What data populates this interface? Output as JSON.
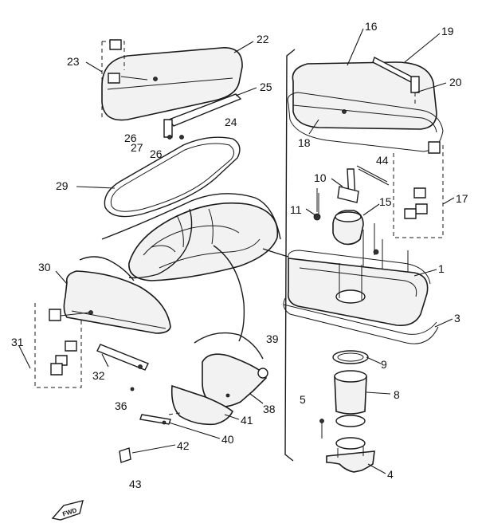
{
  "diagram": {
    "callouts": [
      {
        "id": "c1",
        "text": "1"
      },
      {
        "id": "c3",
        "text": "3"
      },
      {
        "id": "c4",
        "text": "4"
      },
      {
        "id": "c5",
        "text": "5"
      },
      {
        "id": "c8",
        "text": "8"
      },
      {
        "id": "c9",
        "text": "9"
      },
      {
        "id": "c10",
        "text": "10"
      },
      {
        "id": "c11",
        "text": "11"
      },
      {
        "id": "c15",
        "text": "15"
      },
      {
        "id": "c16",
        "text": "16"
      },
      {
        "id": "c17",
        "text": "17"
      },
      {
        "id": "c18",
        "text": "18"
      },
      {
        "id": "c19",
        "text": "19"
      },
      {
        "id": "c20",
        "text": "20"
      },
      {
        "id": "c22",
        "text": "22"
      },
      {
        "id": "c23",
        "text": "23"
      },
      {
        "id": "c24",
        "text": "24"
      },
      {
        "id": "c25",
        "text": "25"
      },
      {
        "id": "c26a",
        "text": "26"
      },
      {
        "id": "c26b",
        "text": "26"
      },
      {
        "id": "c27",
        "text": "27"
      },
      {
        "id": "c29",
        "text": "29"
      },
      {
        "id": "c30",
        "text": "30"
      },
      {
        "id": "c31",
        "text": "31"
      },
      {
        "id": "c32",
        "text": "32"
      },
      {
        "id": "c36",
        "text": "36"
      },
      {
        "id": "c38",
        "text": "38"
      },
      {
        "id": "c39",
        "text": "39"
      },
      {
        "id": "c40",
        "text": "40"
      },
      {
        "id": "c41",
        "text": "41"
      },
      {
        "id": "c42",
        "text": "42"
      },
      {
        "id": "c43",
        "text": "43"
      },
      {
        "id": "c44",
        "text": "44"
      }
    ],
    "fwd_label": "FWD"
  }
}
